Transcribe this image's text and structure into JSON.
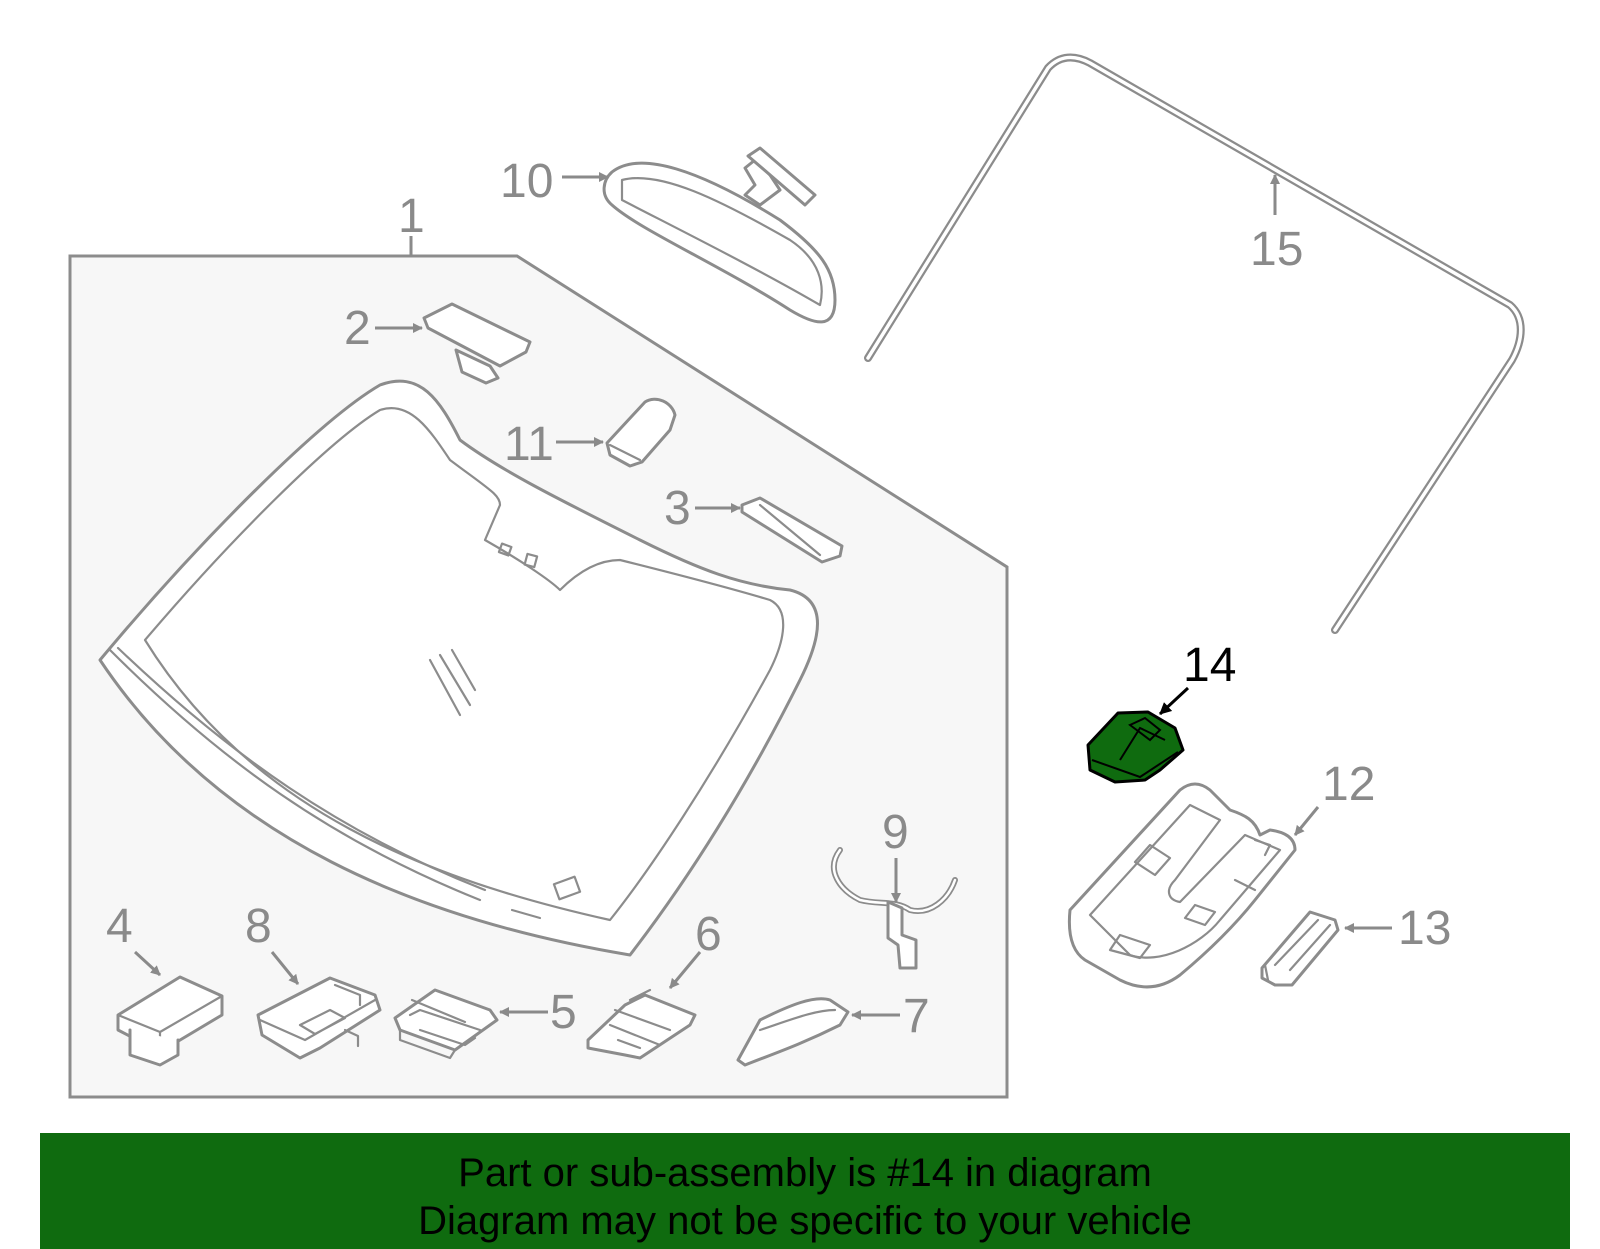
{
  "callouts": {
    "c1": "1",
    "c2": "2",
    "c3": "3",
    "c4": "4",
    "c5": "5",
    "c6": "6",
    "c7": "7",
    "c8": "8",
    "c9": "9",
    "c10": "10",
    "c11": "11",
    "c12": "12",
    "c13": "13",
    "c14": "14",
    "c15": "15"
  },
  "highlight": {
    "part": "14",
    "color": "#0f6b0f"
  },
  "banner": {
    "line1": "Part or sub-assembly is #14 in diagram",
    "line2": "Diagram may not be specific to your vehicle"
  }
}
